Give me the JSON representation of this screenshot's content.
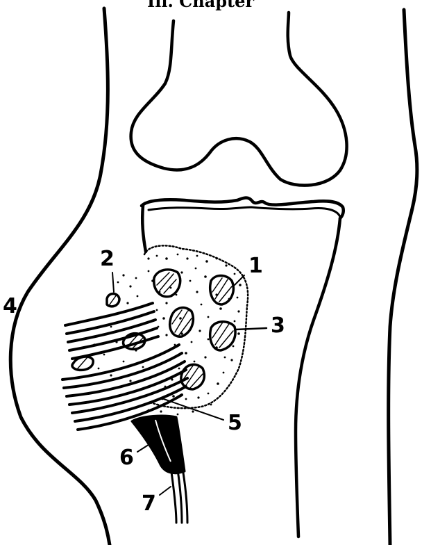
{
  "header": {
    "caption": "Ill. Chapter"
  },
  "labels": [
    {
      "id": "1",
      "text": "1"
    },
    {
      "id": "2",
      "text": "2"
    },
    {
      "id": "3",
      "text": "3"
    },
    {
      "id": "4",
      "text": "4"
    },
    {
      "id": "5",
      "text": "5"
    },
    {
      "id": "6",
      "text": "6"
    },
    {
      "id": "7",
      "text": "7"
    }
  ],
  "colors": {
    "ink": "#000000",
    "paper": "#ffffff"
  }
}
